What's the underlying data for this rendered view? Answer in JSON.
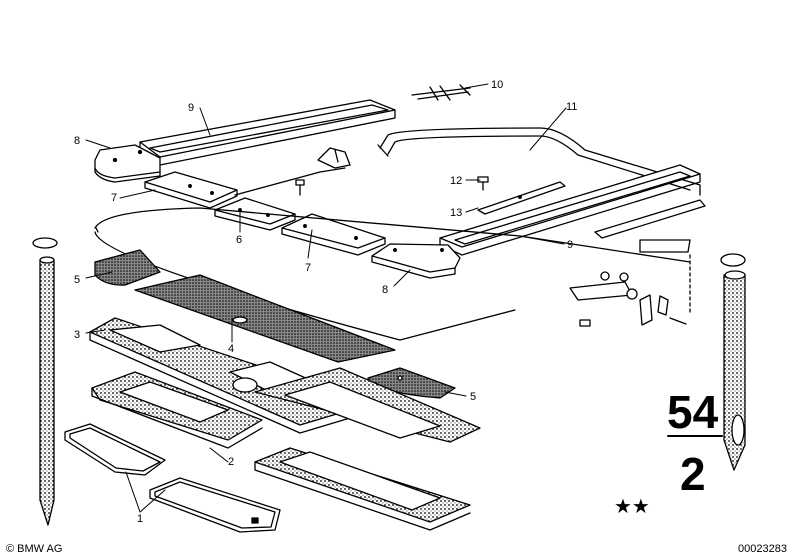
{
  "diagram": {
    "callouts": {
      "c1": "1",
      "c2": "2",
      "c3": "3",
      "c4": "4",
      "c5a": "5",
      "c5b": "5",
      "c6": "6",
      "c7a": "7",
      "c7b": "7",
      "c8a": "8",
      "c8b": "8",
      "c9a": "9",
      "c9b": "9",
      "c10": "10",
      "c11": "11",
      "c12": "12",
      "c13": "13"
    },
    "group_top": "54",
    "group_bottom": "2",
    "stars": "★★",
    "copyright": "© BMW AG",
    "image_number": "00023283"
  },
  "colors": {
    "ink": "#000000",
    "paper": "#ffffff",
    "stipple": "#8c8c8c"
  }
}
